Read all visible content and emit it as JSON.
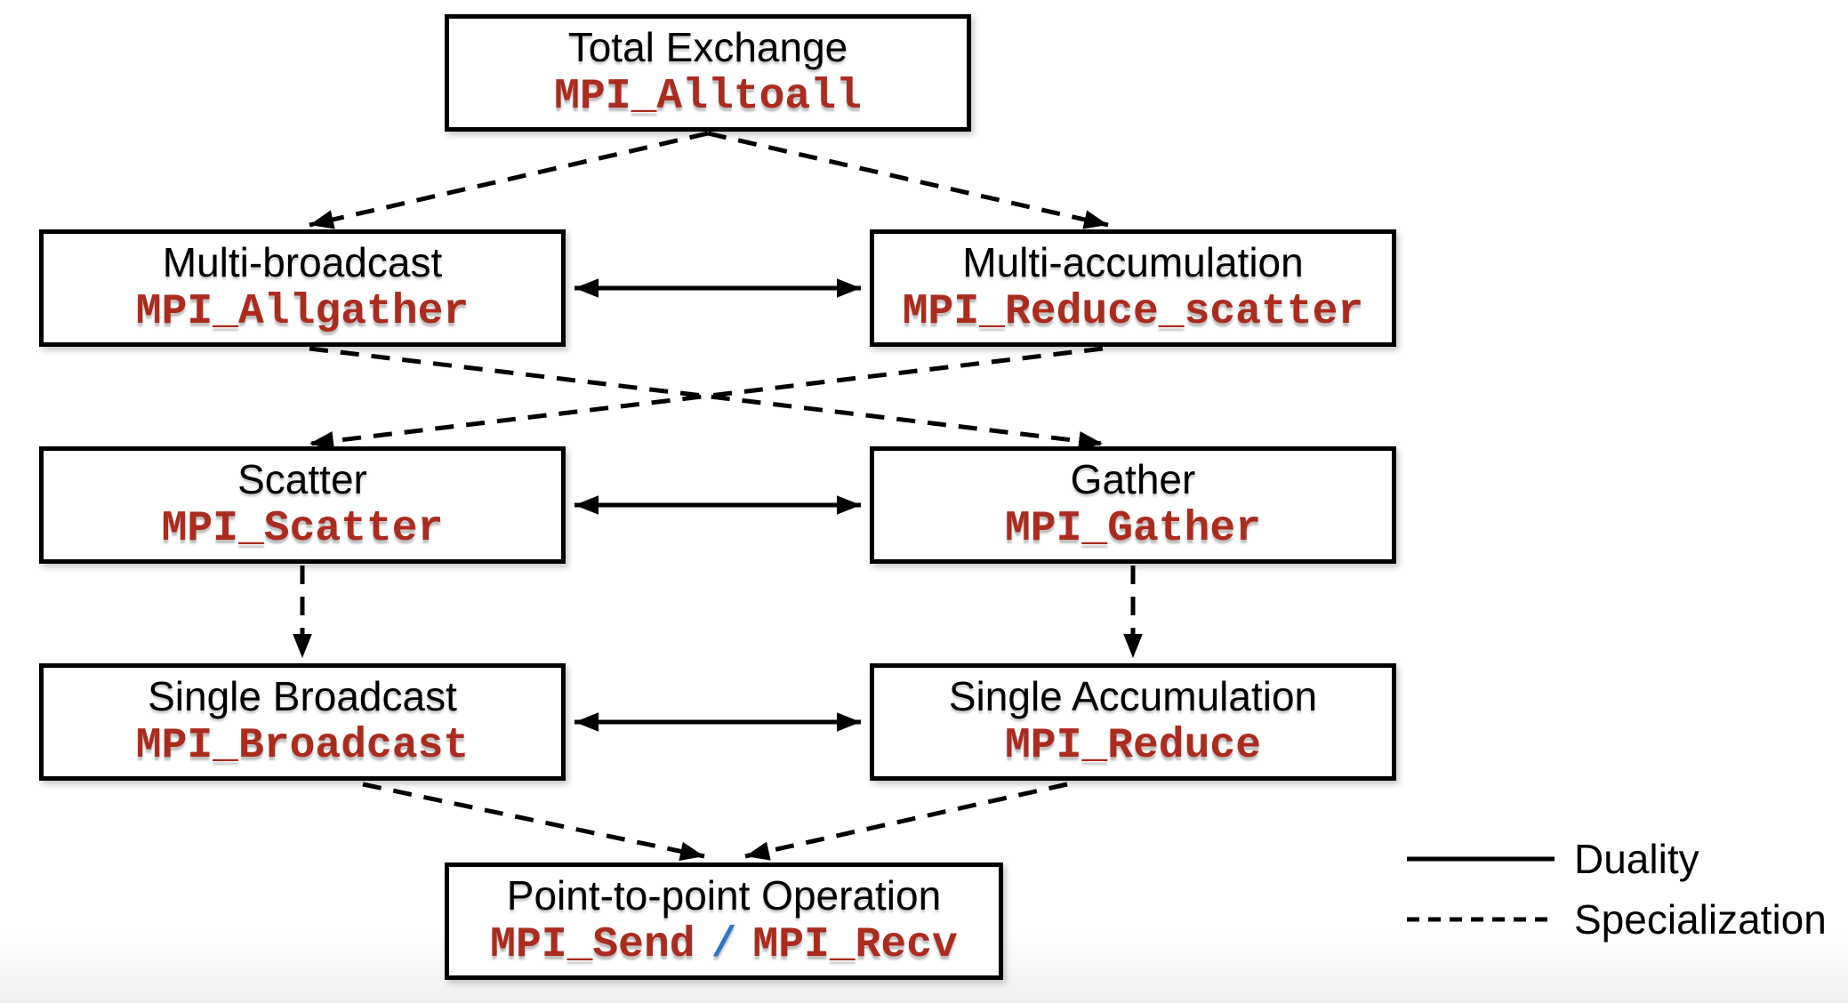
{
  "diagram": {
    "nodes": {
      "total_exchange": {
        "title": "Total Exchange",
        "mpi": "MPI_Alltoall"
      },
      "multi_broadcast": {
        "title": "Multi-broadcast",
        "mpi": "MPI_Allgather"
      },
      "multi_accumulation": {
        "title": "Multi-accumulation",
        "mpi": "MPI_Reduce_scatter"
      },
      "scatter": {
        "title": "Scatter",
        "mpi": "MPI_Scatter"
      },
      "gather": {
        "title": "Gather",
        "mpi": "MPI_Gather"
      },
      "single_broadcast": {
        "title": "Single Broadcast",
        "mpi": "MPI_Broadcast"
      },
      "single_accumulation": {
        "title": "Single Accumulation",
        "mpi": "MPI_Reduce"
      },
      "point_to_point": {
        "title": "Point-to-point Operation",
        "mpi_send": "MPI_Send",
        "separator": "/",
        "mpi_recv": "MPI_Recv"
      }
    },
    "legend": {
      "duality_label": "Duality",
      "specialization_label": "Specialization"
    },
    "colors": {
      "mpi_red": "#ab2b1f",
      "slash_blue": "#2e75c8",
      "line_black": "#000000"
    },
    "edges": [
      {
        "from": "total_exchange",
        "to": "multi_broadcast",
        "type": "specialization"
      },
      {
        "from": "total_exchange",
        "to": "multi_accumulation",
        "type": "specialization"
      },
      {
        "from": "multi_broadcast",
        "to": "multi_accumulation",
        "type": "duality",
        "bidirectional": true
      },
      {
        "from": "multi_broadcast",
        "to": "gather",
        "type": "specialization"
      },
      {
        "from": "multi_accumulation",
        "to": "scatter",
        "type": "specialization"
      },
      {
        "from": "scatter",
        "to": "gather",
        "type": "duality",
        "bidirectional": true
      },
      {
        "from": "scatter",
        "to": "single_broadcast",
        "type": "specialization"
      },
      {
        "from": "gather",
        "to": "single_accumulation",
        "type": "specialization"
      },
      {
        "from": "single_broadcast",
        "to": "single_accumulation",
        "type": "duality",
        "bidirectional": true
      },
      {
        "from": "single_broadcast",
        "to": "point_to_point",
        "type": "specialization"
      },
      {
        "from": "single_accumulation",
        "to": "point_to_point",
        "type": "specialization"
      }
    ]
  }
}
